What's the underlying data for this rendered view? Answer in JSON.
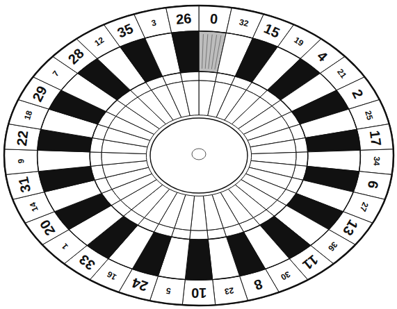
{
  "diagram": {
    "labels": [
      "0",
      "32",
      "15",
      "19",
      "4",
      "21",
      "2",
      "25",
      "17",
      "34",
      "6",
      "27",
      "13",
      "36",
      "11",
      "30",
      "8",
      "23",
      "10",
      "5",
      "24",
      "16",
      "33",
      "1",
      "20",
      "14",
      "31",
      "9",
      "22",
      "18",
      "29",
      "7",
      "28",
      "12",
      "35",
      "3",
      "26"
    ]
  }
}
